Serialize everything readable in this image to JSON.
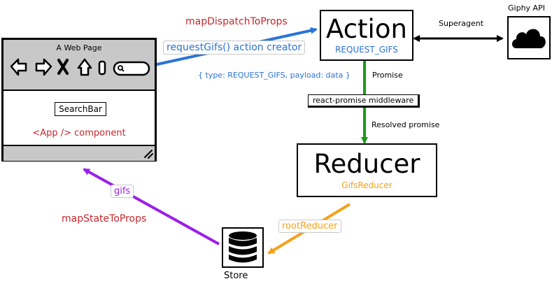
{
  "webpage": {
    "title": "A Web Page",
    "searchbar_label": "SearchBar",
    "component_label": "<App /> component"
  },
  "action": {
    "title": "Action",
    "subtitle": "REQUEST_GIFS"
  },
  "reducer": {
    "title": "Reducer",
    "subtitle": "GifsReducer"
  },
  "store": {
    "label": "Store"
  },
  "api": {
    "label": "Giphy API"
  },
  "edges": {
    "map_dispatch": "mapDispatchToProps",
    "action_creator": "requestGifs() action creator",
    "payload": "{ type: REQUEST_GIFS, payload: data }",
    "superagent": "Superagent",
    "promise": "Promise",
    "middleware": "react-promise middleware",
    "resolved": "Resolved promise",
    "root_reducer": "rootReducer",
    "gifs": "gifs",
    "map_state": "mapStateToProps"
  },
  "colors": {
    "blue": "#2a73d8",
    "red": "#c8262b",
    "green": "#1a9a1a",
    "orange": "#f4a21c",
    "purple": "#9b1fe8",
    "black": "#000000"
  }
}
